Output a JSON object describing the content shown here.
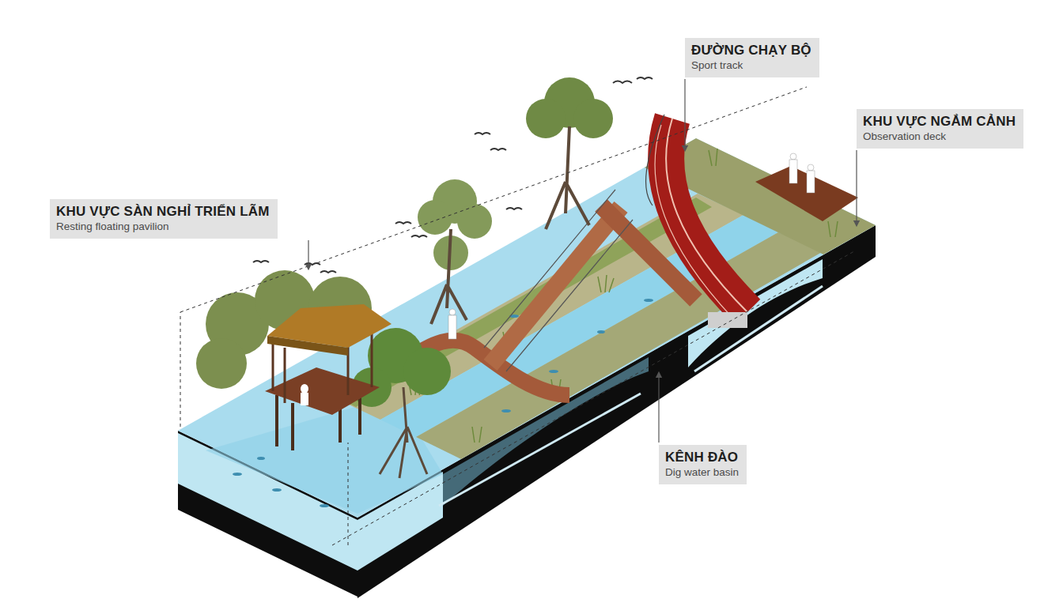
{
  "diagram": {
    "nodes": [
      {
        "text": [
          "ĐƯỜNG CHẠY BỘ",
          "Sport track"
        ]
      },
      {
        "text": [
          "KHU VỰC NGẮM CẢNH",
          "Observation deck"
        ]
      },
      {
        "text": [
          "KHU VỰC SÀN NGHỈ TRIỂN LÃM",
          "Resting floating pavilion"
        ]
      },
      {
        "text": [
          "KÊNH ĐÀO",
          "Dig water basin"
        ]
      }
    ]
  }
}
